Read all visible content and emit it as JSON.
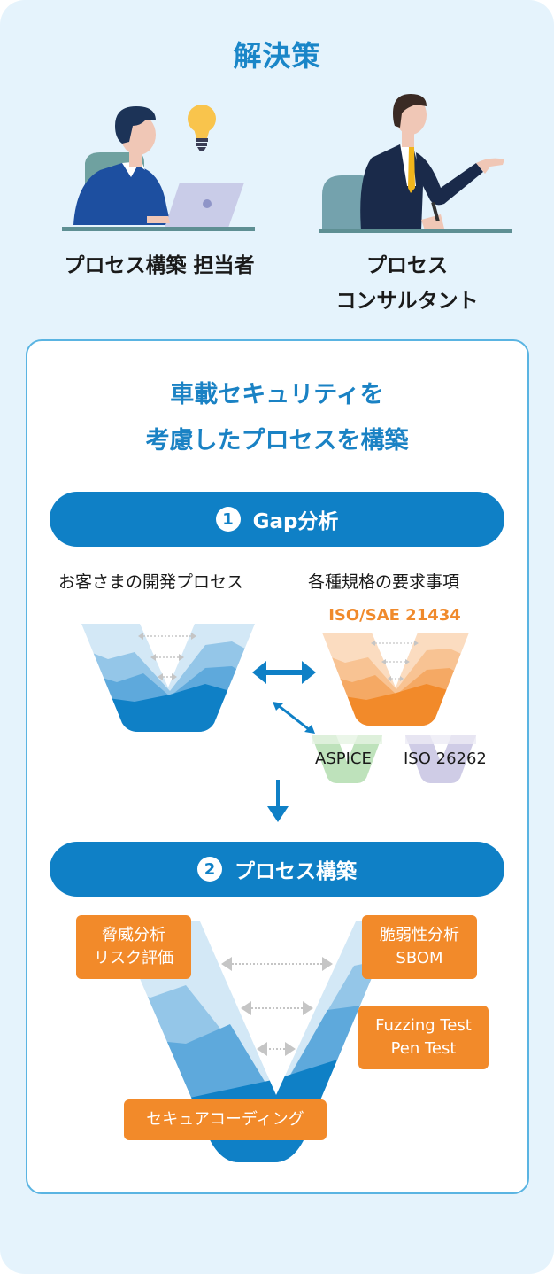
{
  "header": {
    "title": "解決策"
  },
  "personas": [
    {
      "label": "プロセス構築 担当者",
      "icon": "engineer-at-laptop-illustration"
    },
    {
      "label_lines": [
        "プロセス",
        "コンサルタント"
      ],
      "icon": "consultant-illustration"
    }
  ],
  "card": {
    "title_lines": [
      "車載セキュリティを",
      "考慮したプロセスを構築"
    ],
    "steps": [
      {
        "number": "1",
        "label": "Gap分析"
      },
      {
        "number": "2",
        "label": "プロセス構築"
      }
    ],
    "gap_analysis": {
      "left_heading": "お客さまの開発プロセス",
      "right_heading": "各種規格の要求事項",
      "primary_standard": "ISO/SAE 21434",
      "other_standards": [
        "ASPICE",
        "ISO 26262"
      ]
    },
    "process_build": {
      "tags": [
        {
          "lines": [
            "脅威分析",
            "リスク評価"
          ]
        },
        {
          "lines": [
            "脆弱性分析",
            "SBOM"
          ]
        },
        {
          "lines": [
            "Fuzzing Test",
            "Pen Test"
          ]
        },
        {
          "lines": [
            "セキュアコーディング"
          ]
        }
      ]
    }
  },
  "colors": {
    "page_bg": "#e5f3fc",
    "brand_blue": "#0f80c6",
    "title_blue": "#1a86c8",
    "card_border": "#5ab4e2",
    "orange": "#f28a2a",
    "v_blue_shades": [
      "#d3e8f6",
      "#94c6e8",
      "#5ea9dc",
      "#0f80c6"
    ],
    "v_orange_shades": [
      "#fbdcc0",
      "#f8c393",
      "#f5a964",
      "#f28a2a"
    ],
    "aspice_green": "#a8d8a4",
    "iso26262_purple": "#c3bfe0"
  }
}
